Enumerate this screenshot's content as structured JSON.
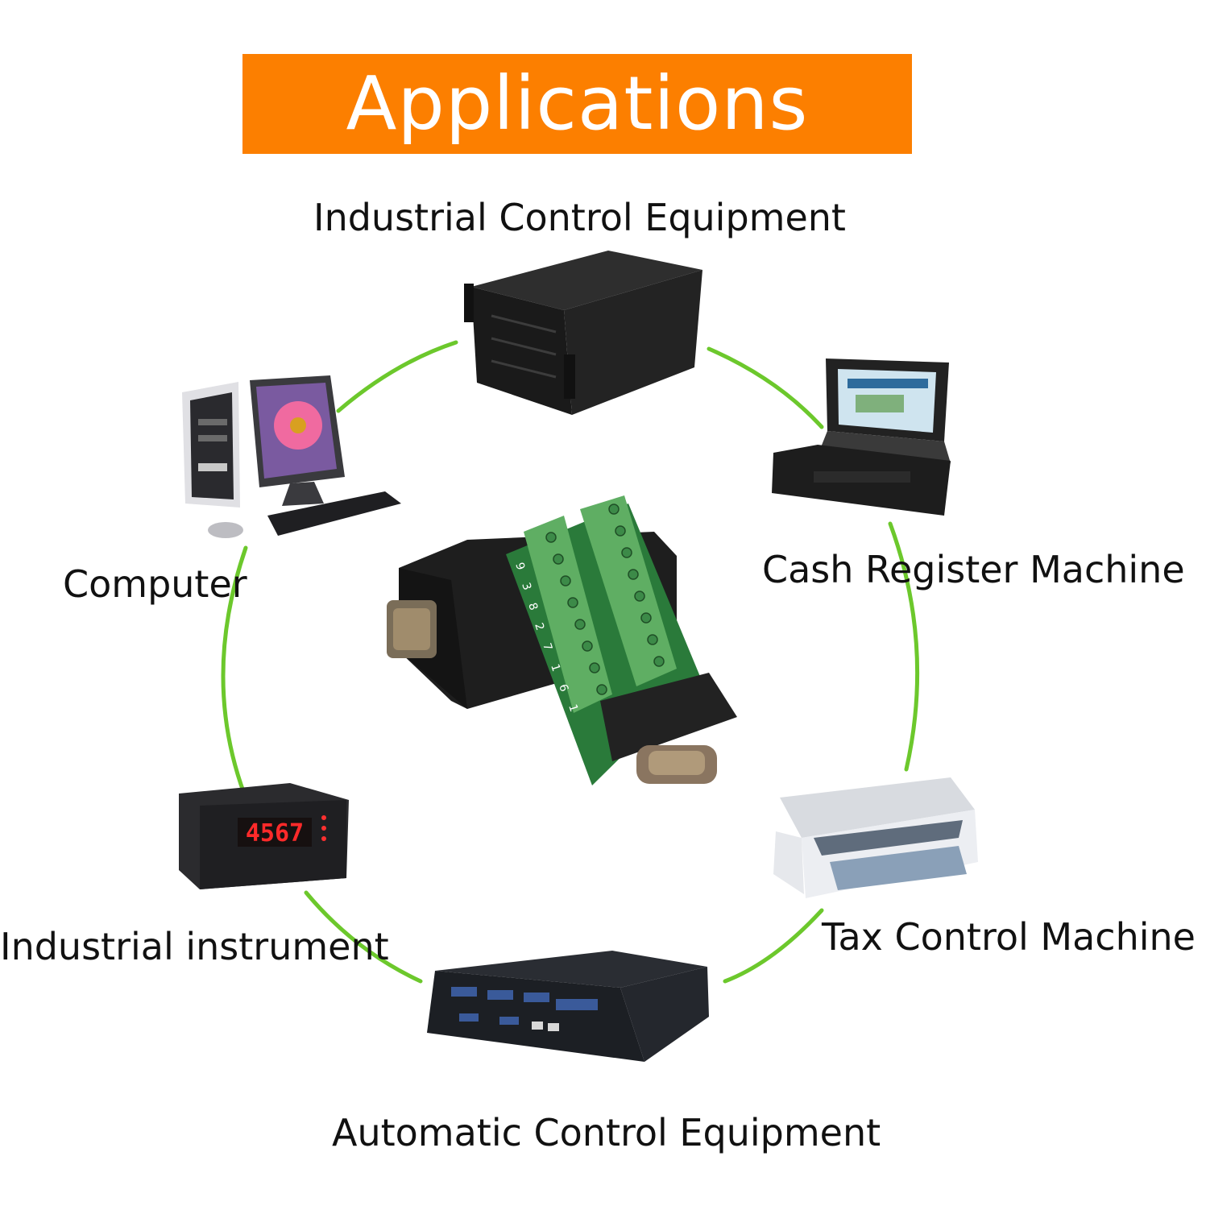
{
  "title": "Applications",
  "labels": {
    "industrial_control": "Industrial Control Equipment",
    "cash_register": "Cash Register Machine",
    "computer": "Computer",
    "industrial_instrument": "Industrial instrument",
    "tax_control": "Tax Control Machine",
    "automatic_control": "Automatic Control Equipment"
  },
  "instrument_display": "4567",
  "terminal_numbers": [
    "9",
    "3",
    "8",
    "2",
    "7",
    "1",
    "6",
    "1"
  ],
  "colors": {
    "banner": "#fc7f00",
    "ring": "#6cc82c",
    "terminal": "#5fae63"
  }
}
